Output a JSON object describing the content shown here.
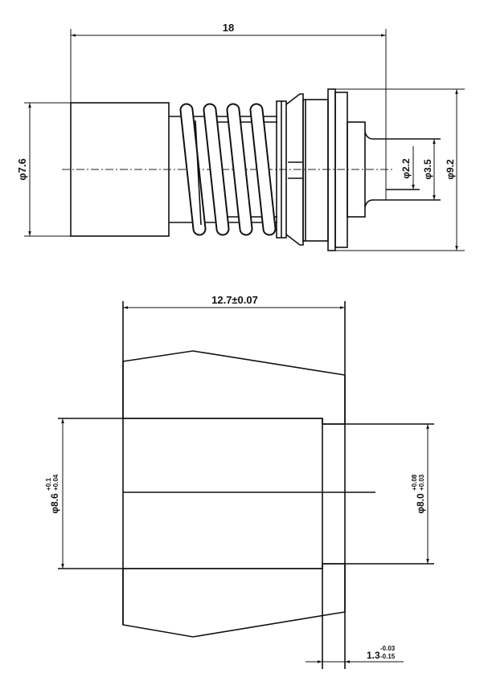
{
  "top_view": {
    "length_dim": "18",
    "cap_diameter": "φ7.6",
    "pin_diameter": "φ2.2",
    "tip_diameter": "φ3.5",
    "flange_diameter": "φ9.2"
  },
  "section_view": {
    "length_dim": "12.7±0.07",
    "bore_diameter": {
      "nominal": "φ8.6",
      "upper": "+0.1",
      "lower": "+0.04"
    },
    "counterbore_diameter": {
      "nominal": "φ8.0",
      "upper": "+0.08",
      "lower": "+0.03"
    },
    "counterbore_depth": {
      "nominal": "1.3",
      "upper": "-0.03",
      "lower": "-0.15"
    }
  },
  "colors": {
    "line": "#111111",
    "background": "#ffffff"
  }
}
